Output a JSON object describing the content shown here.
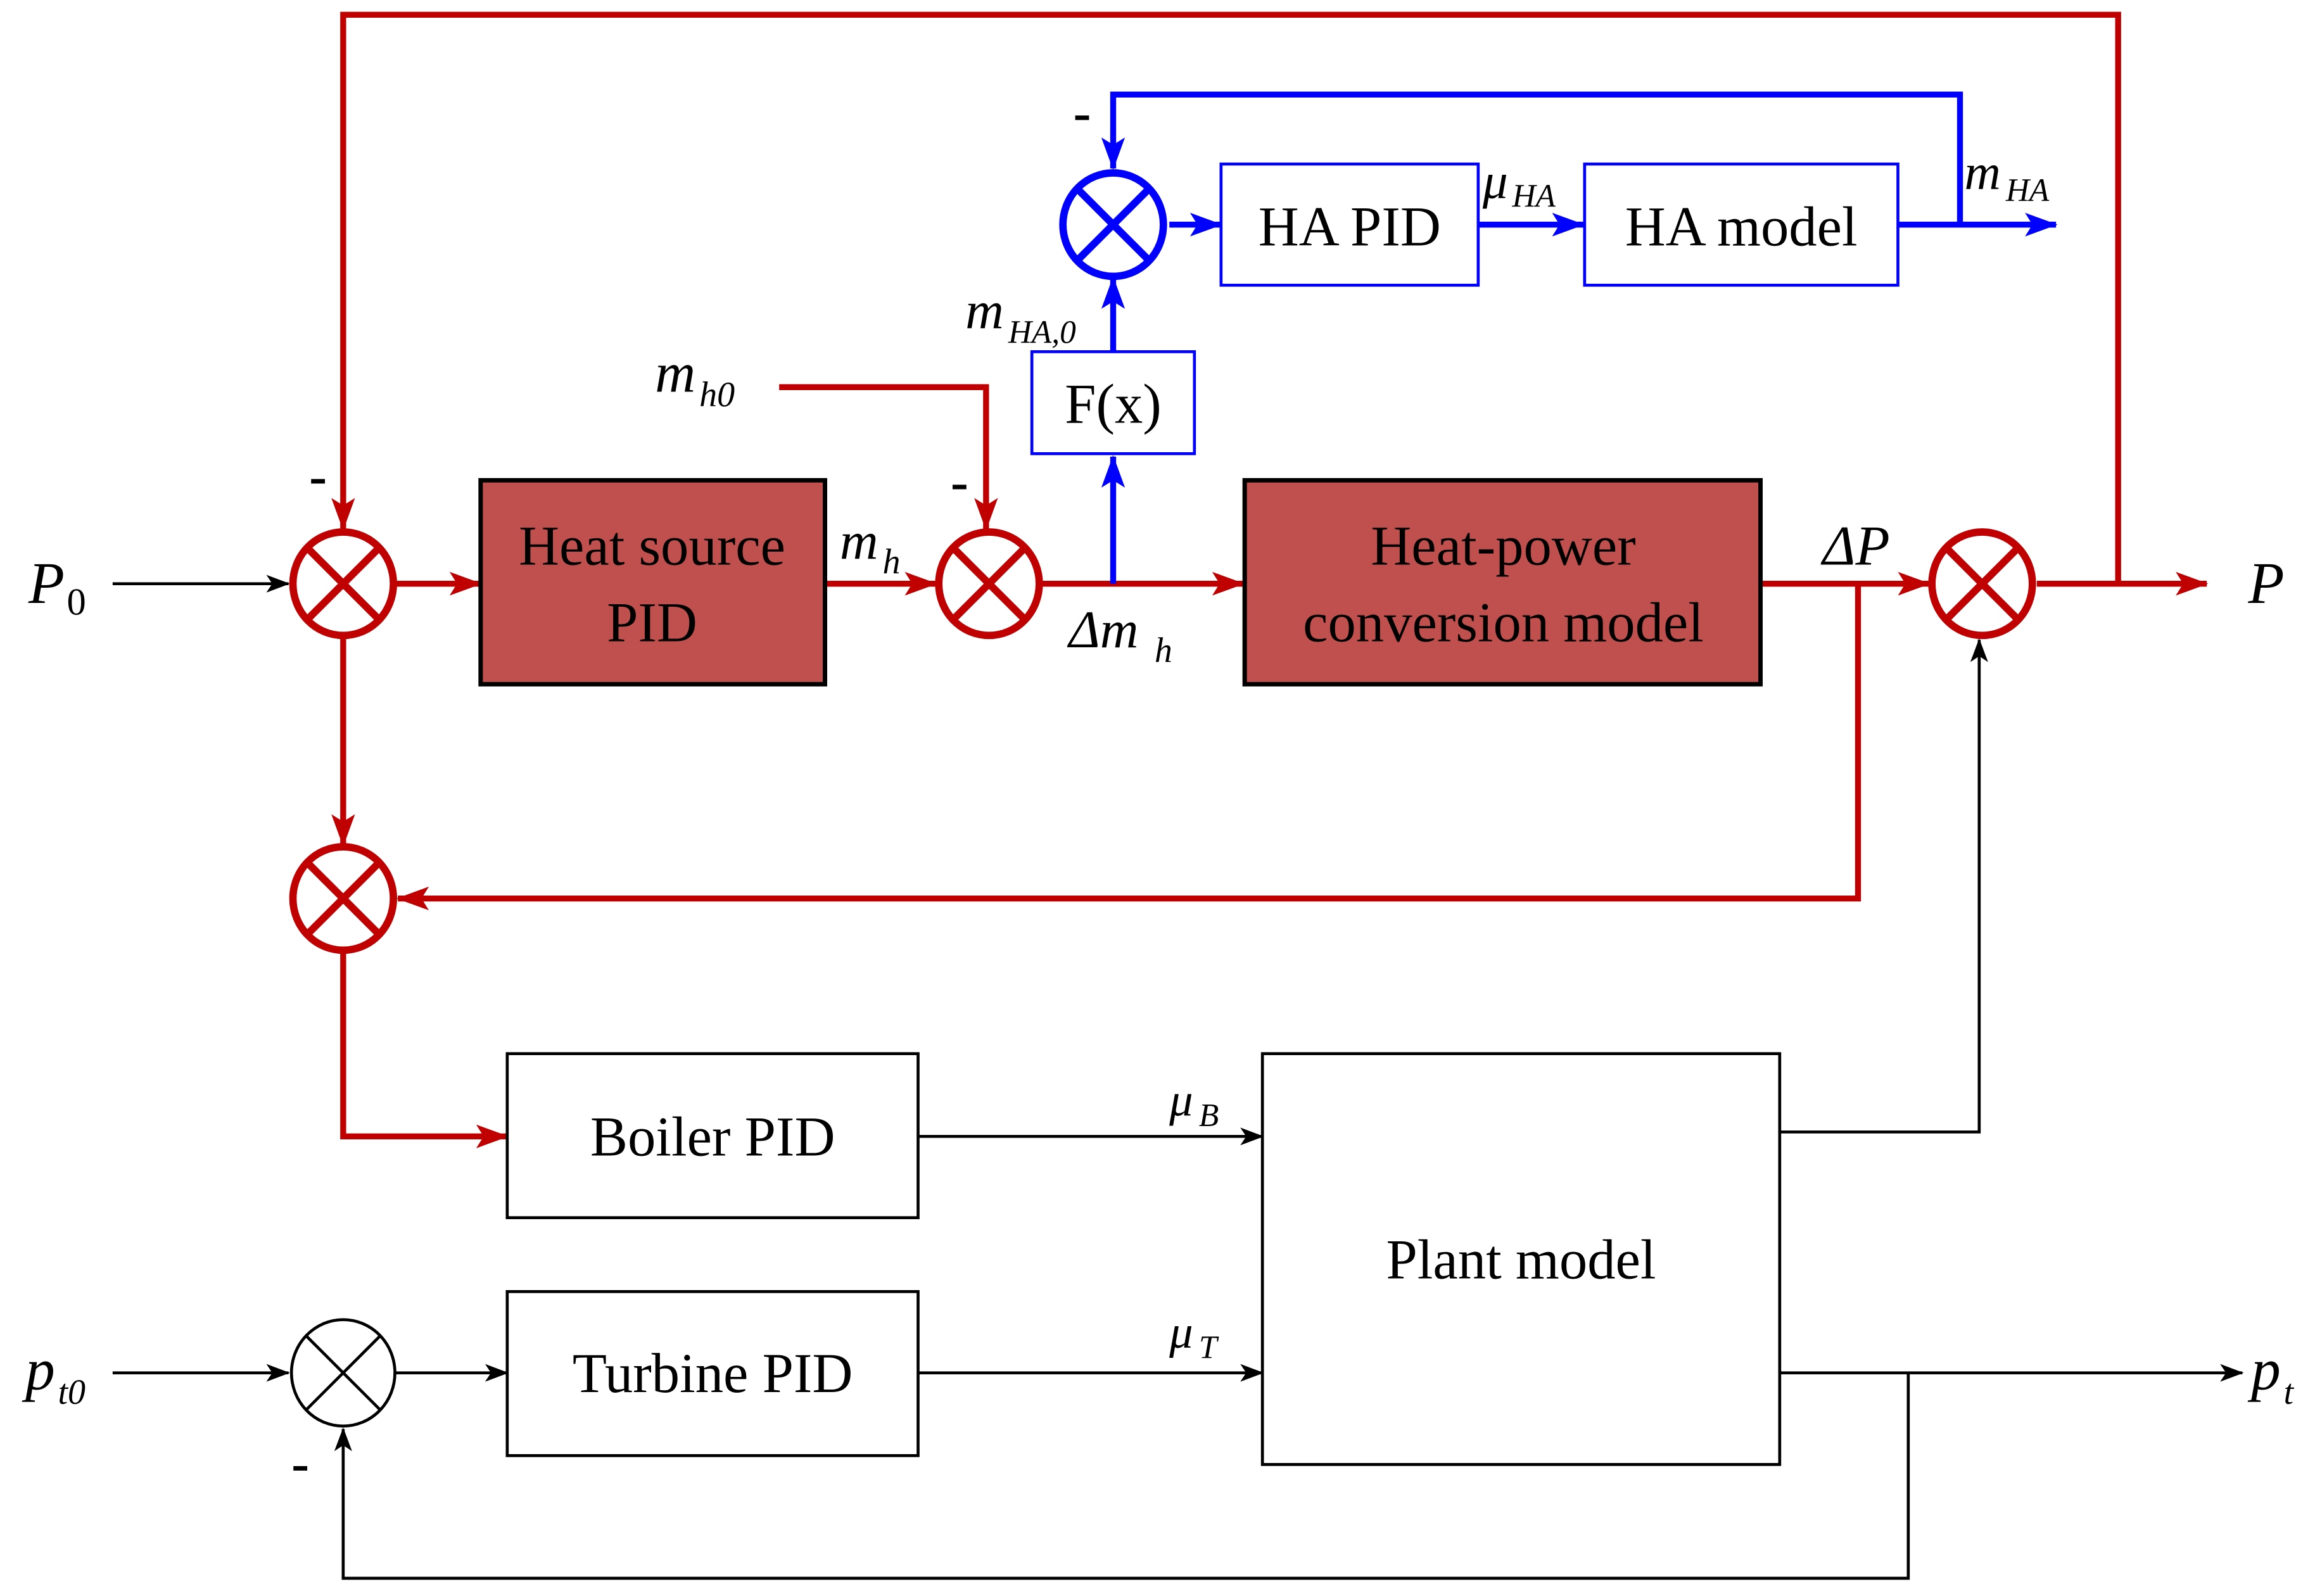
{
  "colors": {
    "red_path": "#c00000",
    "blue_path": "#0000ff",
    "black_path": "#000000",
    "filled_block": "#c0504d"
  },
  "blocks": {
    "heat_source_pid": {
      "line1": "Heat source",
      "line2": "PID"
    },
    "heat_power": {
      "line1": "Heat-power",
      "line2": "conversion model"
    },
    "ha_pid": "HA PID",
    "ha_model": "HA model",
    "fx": "F(x)",
    "boiler_pid": "Boiler PID",
    "turbine_pid": "Turbine PID",
    "plant_model": "Plant model"
  },
  "signals": {
    "p0": {
      "base": "P",
      "sub": "0"
    },
    "p": {
      "base": "P"
    },
    "mh0": {
      "base": "m",
      "sub": "h0"
    },
    "mh": {
      "base": "m",
      "sub": "h"
    },
    "delta_mh": {
      "base": "Δm",
      "sub": "h"
    },
    "delta_p": {
      "base": "ΔP"
    },
    "mha0": {
      "base": "m",
      "sub": "HA,0"
    },
    "muha": {
      "base": "μ",
      "sub": "HA"
    },
    "mha": {
      "base": "m",
      "sub": "HA"
    },
    "mub": {
      "base": "μ",
      "sub": "B"
    },
    "mut": {
      "base": "μ",
      "sub": "T"
    },
    "pt0": {
      "base": "p",
      "sub": "t0"
    },
    "pt": {
      "base": "p",
      "sub": "t"
    }
  },
  "signs": {
    "minus": "-"
  }
}
